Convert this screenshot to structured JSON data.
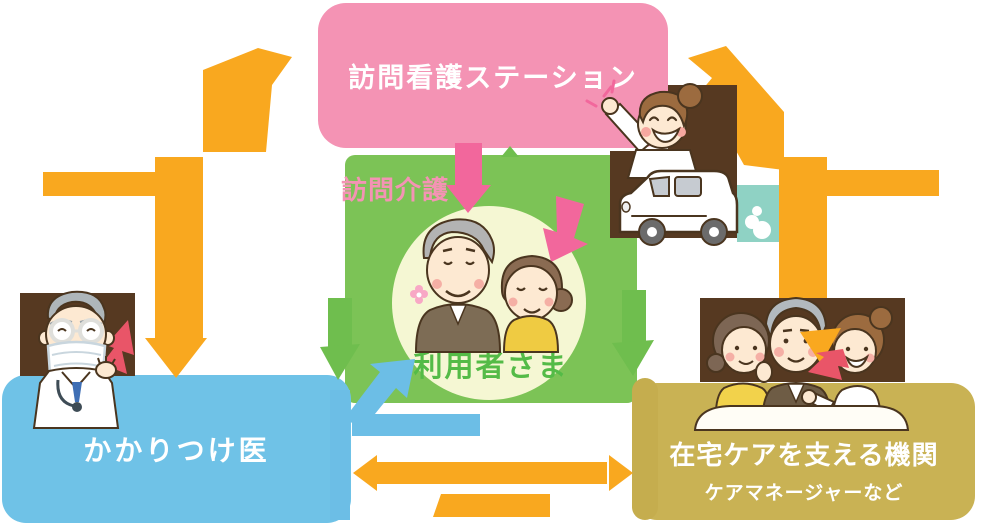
{
  "boxes": {
    "station": {
      "label": "訪問看護ステーション",
      "color": "#f493b4"
    },
    "user": {
      "label": "利用者さま",
      "color": "#7cc356",
      "circle_color": "#f5f7d3",
      "label_color": "#54bb47"
    },
    "doctor": {
      "label": "かかりつけ医",
      "color": "#6fc2e7"
    },
    "agency": {
      "label": "在宅ケアを支える機関",
      "sublabel": "ケアマネージャーなど",
      "color": "#c9b254"
    }
  },
  "labels": {
    "homecare": "訪問介護"
  },
  "colors": {
    "arrow_orange": "#f9a81f",
    "arrow_pink": "#f2679c",
    "arrow_green": "#6fbe4e",
    "arrow_blue": "#6cbee6",
    "arrow_olive": "#c5ad4e",
    "arrow_red": "#e95568",
    "illustration_background": "#563921",
    "exhaust_teal": "#8fd2c4"
  },
  "illustrations": [
    "nurse-waving-from-van",
    "elderly-couple-users",
    "doctor-with-mask",
    "family-with-care-manager"
  ]
}
